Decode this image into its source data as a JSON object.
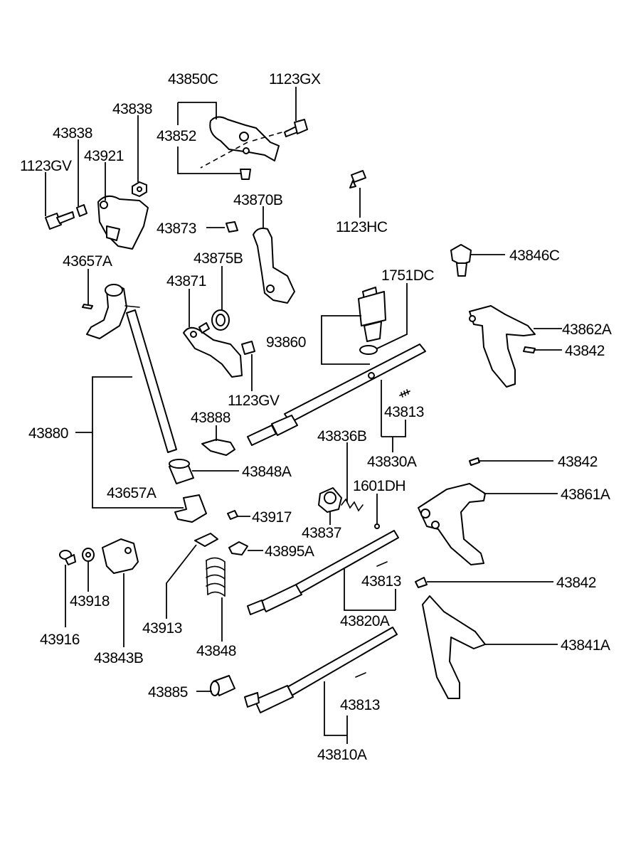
{
  "diagram": {
    "colors": {
      "ink": "#000000",
      "paper": "#ffffff"
    },
    "parts": [
      {
        "id": "p1",
        "number": "43850C"
      },
      {
        "id": "p2",
        "number": "1123GX"
      },
      {
        "id": "p3",
        "number": "43838"
      },
      {
        "id": "p4",
        "number": "43838"
      },
      {
        "id": "p5",
        "number": "43852"
      },
      {
        "id": "p6",
        "number": "43921"
      },
      {
        "id": "p7",
        "number": "1123GV"
      },
      {
        "id": "p8",
        "number": "43870B"
      },
      {
        "id": "p9",
        "number": "43873"
      },
      {
        "id": "p10",
        "number": "1123HC"
      },
      {
        "id": "p11",
        "number": "43846C"
      },
      {
        "id": "p12",
        "number": "43657A"
      },
      {
        "id": "p13",
        "number": "43875B"
      },
      {
        "id": "p14",
        "number": "1751DC"
      },
      {
        "id": "p15",
        "number": "43871"
      },
      {
        "id": "p16",
        "number": "43862A"
      },
      {
        "id": "p17",
        "number": "93860"
      },
      {
        "id": "p18",
        "number": "43842"
      },
      {
        "id": "p19",
        "number": "1123GV"
      },
      {
        "id": "p20",
        "number": "43813"
      },
      {
        "id": "p21",
        "number": "43888"
      },
      {
        "id": "p22",
        "number": "43880"
      },
      {
        "id": "p23",
        "number": "43836B"
      },
      {
        "id": "p24",
        "number": "43830A"
      },
      {
        "id": "p25",
        "number": "43842"
      },
      {
        "id": "p26",
        "number": "43848A"
      },
      {
        "id": "p27",
        "number": "1601DH"
      },
      {
        "id": "p28",
        "number": "43657A"
      },
      {
        "id": "p29",
        "number": "43861A"
      },
      {
        "id": "p30",
        "number": "43917"
      },
      {
        "id": "p31",
        "number": "43837"
      },
      {
        "id": "p32",
        "number": "43895A"
      },
      {
        "id": "p33",
        "number": "43813"
      },
      {
        "id": "p34",
        "number": "43842"
      },
      {
        "id": "p35",
        "number": "43918"
      },
      {
        "id": "p36",
        "number": "43913"
      },
      {
        "id": "p37",
        "number": "43820A"
      },
      {
        "id": "p38",
        "number": "43916"
      },
      {
        "id": "p39",
        "number": "43841A"
      },
      {
        "id": "p40",
        "number": "43843B"
      },
      {
        "id": "p41",
        "number": "43848"
      },
      {
        "id": "p42",
        "number": "43885"
      },
      {
        "id": "p43",
        "number": "43813"
      },
      {
        "id": "p44",
        "number": "43810A"
      }
    ]
  }
}
